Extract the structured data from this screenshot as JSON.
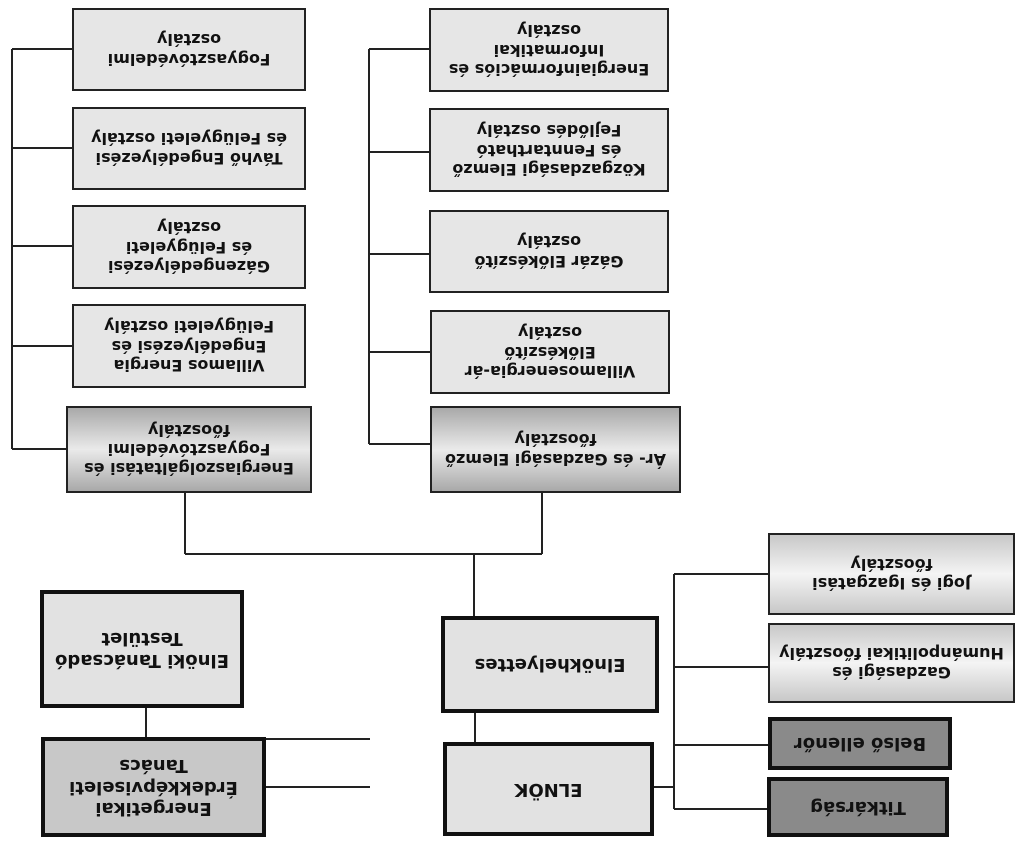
{
  "nodes": {
    "elnok": [
      "ELNÖK"
    ],
    "elnokhelyettes": [
      "Elnökhelyettes"
    ],
    "energetikai_tanacs": [
      "Energetikai",
      "Érdekképviseleti",
      "Tanács"
    ],
    "tanacsado_testulet": [
      "Elnöki Tanácsadó",
      "Testület"
    ],
    "titkarsag": [
      "Titkárság"
    ],
    "belso_ellenor": [
      "Belső ellenőr"
    ],
    "gazdasagi_fooszt": [
      "Gazdasági és",
      "Humánpolitikai főosztály"
    ],
    "jogi_fooszt": [
      "Jogi és Igazgatási",
      "főosztály"
    ],
    "ar_fooszt": [
      "Ár- és Gazdasági Elemző",
      "főosztály"
    ],
    "villamos_ar": [
      "Villamosenergia-ár",
      "Előkészítő",
      "osztály"
    ],
    "gazar": [
      "Gázár Előkészítő",
      "osztály"
    ],
    "kozgazdasagi": [
      "Közgazdasági Elemző",
      "és Fenntartható",
      "Fejlődés osztály"
    ],
    "energiainfo": [
      "Energiainformációs és",
      "Informatikai",
      "osztály"
    ],
    "energiaszolg_fooszt": [
      "Energiaszolgáltatási és",
      "Fogyasztóvédelmi",
      "főosztály"
    ],
    "villamos_eng": [
      "Villamos Energia",
      "Engedélyezési és",
      "Felügyeleti osztály"
    ],
    "gazeng": [
      "Gázengedélyezési",
      "és Felügyeleti",
      "osztály"
    ],
    "tavho": [
      "Távhő Engedélyezési",
      "és Felügyeleti osztály"
    ],
    "fogyasztovedelmi": [
      "Fogyasztóvédelmi",
      "osztály"
    ]
  }
}
